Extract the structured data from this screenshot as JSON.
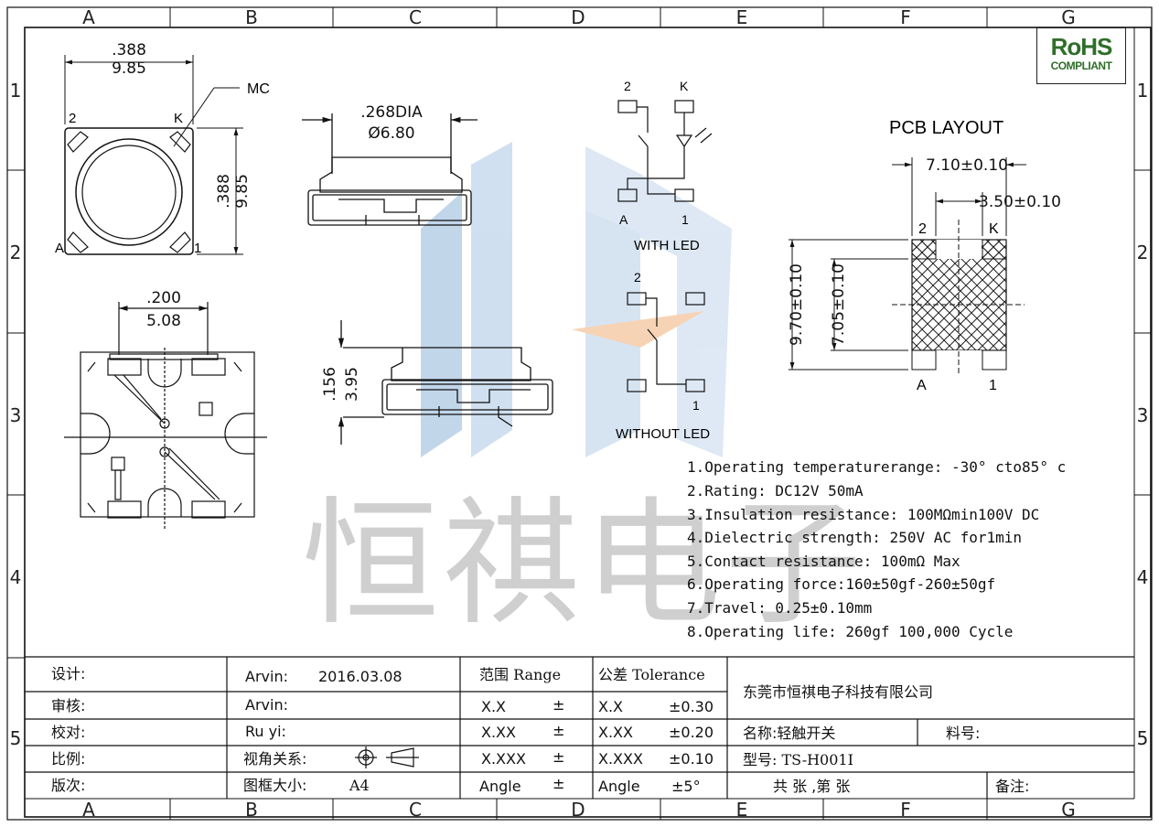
{
  "grid": {
    "columns": [
      "A",
      "B",
      "C",
      "D",
      "E",
      "F",
      "G"
    ],
    "rows": [
      "1",
      "2",
      "3",
      "4",
      "5"
    ]
  },
  "badge": {
    "line1": "RoHS",
    "line2": "COMPLIANT"
  },
  "top_view": {
    "width_in": ".388",
    "width_mm": "9.85",
    "height_in": ".388",
    "height_mm": "9.85",
    "callout": "MC",
    "pins": [
      "2",
      "K",
      "A",
      "1"
    ]
  },
  "side_view": {
    "dia_in": ".268DIA",
    "dia_mm": "Ø6.80"
  },
  "height_view": {
    "h_in": ".156",
    "h_mm": "3.95"
  },
  "bottom_view": {
    "w_in": ".200",
    "w_mm": "5.08"
  },
  "schematic": {
    "with_led": {
      "label": "WITH LED",
      "pins": [
        "2",
        "K",
        "A",
        "1"
      ]
    },
    "without_led": {
      "label": "WITHOUT LED",
      "pins": [
        "2",
        "1"
      ]
    }
  },
  "pcb": {
    "title": "PCB  LAYOUT",
    "dim_width": "7.10±0.10",
    "dim_gap": "3.50±0.10",
    "dim_outer": "9.70±0.10",
    "dim_inner": "7.05±0.10",
    "pins": [
      "2",
      "K",
      "A",
      "1"
    ]
  },
  "specs": [
    "1.Operating temperaturerange: -30° cto85° c",
    "2.Rating: DC12V 50mA",
    "3.Insulation resistance: 100MΩmin100V DC",
    "4.Dielectric strength: 250V AC for1min",
    "5.Contact resistance: 100mΩ  Max",
    "6.Operating force:160±50gf-260±50gf",
    "7.Travel: 0.25±0.10mm",
    "8.Operating life: 260gf 100,000 Cycle"
  ],
  "watermark": "恒祺电子",
  "title_block": {
    "labels": [
      "设计:",
      "审核:",
      "校对:",
      "比例:",
      "版次:"
    ],
    "designer": "Arvin:",
    "design_date": "2016.03.08",
    "checker": "Arvin:",
    "proofer": "Ru  yi:",
    "view_label": "视角关系:",
    "frame_label": "图框大小:",
    "frame_size": "A4",
    "range_header": "范围 Range",
    "tol_header": "公差 Tolerance",
    "tolerances": [
      {
        "range": "X.X",
        "sym": "±",
        "fmt": "X.X",
        "val": "±0.30"
      },
      {
        "range": "X.XX",
        "sym": "±",
        "fmt": "X.XX",
        "val": "±0.20"
      },
      {
        "range": "X.XXX",
        "sym": "±",
        "fmt": "X.XXX",
        "val": "±0.10"
      },
      {
        "range": "Angle",
        "sym": "±",
        "fmt": "Angle",
        "val": "±5°"
      }
    ],
    "company": "东莞市恒祺电子科技有限公司",
    "name_label": "名称:轻触开关",
    "part_label": "料号:",
    "model_label": "型号: TS-H001I",
    "sheet_label": "共  张 ,第  张",
    "note_label": "备注:"
  }
}
